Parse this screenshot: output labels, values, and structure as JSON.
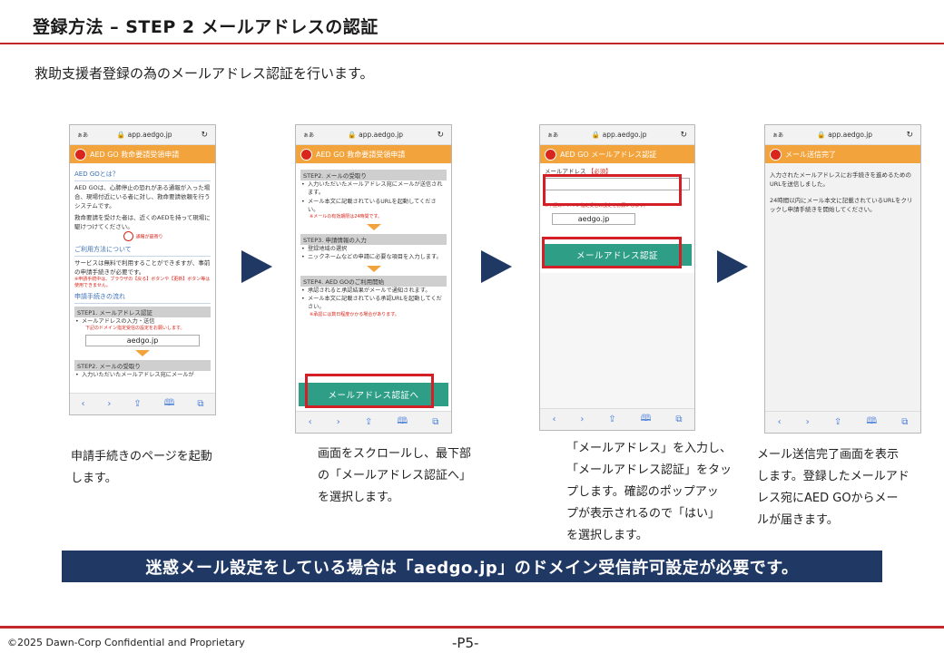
{
  "slide": {
    "title": "登録方法 – STEP 2  メールアドレスの認証",
    "subtitle": "救助支援者登録の為のメールアドレス認証を行います。"
  },
  "browser": {
    "aa": "ぁあ",
    "url": "app.aedgo.jp",
    "reload": "↻"
  },
  "bottom_icons": [
    "‹",
    "›",
    "⇪",
    "🕮",
    "⧉"
  ],
  "screen1": {
    "header": "AED GO 救命要請受領申請",
    "sec1": "AED GOとは？",
    "p1": "AED GOは、心肺停止の恐れがある通報が入った場合、現場付近にいる者に対し、救命要請依頼を行うシステムです。",
    "p2": "救命要請を受けた者は、近くのAEDを持って現場に駆けつけてください。",
    "seal_text": "通報が最寄り",
    "sec2": "ご利用方法について",
    "p3": "サービスは無料で利用することができますが、事前の申請手続きが必要です。",
    "note1": "※申請手続中は、ブラウザの【戻る】ボタンや【更新】ボタン等は使用できません。",
    "sec3": "申請手続きの流れ",
    "step1": "STEP1. メールアドレス認証",
    "b1": "メールアドレスの入力・送信",
    "note2": "下記のドメイン指定受信の設定をお願いします。",
    "domain": "aedgo.jp",
    "step2": "STEP2. メールの受取り",
    "b2": "入力いただいたメールアドレス宛にメールが"
  },
  "screen2": {
    "header": "AED GO 救命要請受領申請",
    "step2": "STEP2. メールの受取り",
    "b1": "入力いただいたメールアドレス宛にメールが送信されます。",
    "b2": "メール本文に記載されているURLを起動してください。",
    "note1": "※メールの有効期限は24時間です。",
    "step3": "STEP3. 申請情報の入力",
    "b3": "登録地域の選択",
    "b4": "ニックネームなどの申請に必要な項目を入力します。",
    "step4": "STEP4. AED GOのご利用開始",
    "b5": "承認されると承認結果がメールで通知されます。",
    "b6": "メール本文に記載されている承認URLを起動してください。",
    "note2": "※承認には数日程度かかる場合があります。",
    "button": "メールアドレス認証へ"
  },
  "screen3": {
    "header": "AED GO メールアドレス認証",
    "label": "メールアドレス",
    "required": "【必須】",
    "note": "※下記のドメイン指定受信の設定をお願いします。",
    "domain": "aedgo.jp",
    "button": "メールアドレス認証"
  },
  "screen4": {
    "header": "メール送信完了",
    "p1": "入力されたメールアドレスにお手続きを進めるためのURLを送信しました。",
    "p2": "24時間以内にメール本文に記載されているURLをクリックし申請手続きを開始してください。"
  },
  "captions": {
    "c1": "申請手続きのページを起動\nします。",
    "c2": "画面をスクロールし、最下部\nの「メールアドレス認証へ」\nを選択します。",
    "c3": "「メールアドレス」を入力し、\n「メールアドレス認証」をタッ\nプします。確認のポップアッ\nプが表示されるので「はい」\nを選択します。",
    "c4": "メール送信完了画面を表示\nします。登録したメールアド\nレス宛にAED GOからメー\nルが届きます。"
  },
  "banner": "迷惑メール設定をしている場合は「aedgo.jp」のドメイン受信許可設定が必要です。",
  "footer": {
    "copyright": "©2025 Dawn-Corp Confidential and Proprietary",
    "page": "-P5-"
  },
  "colors": {
    "accent_red": "#c4262e",
    "navy": "#1f3864",
    "app_orange": "#f3a33b",
    "button_green": "#2e9e86"
  }
}
